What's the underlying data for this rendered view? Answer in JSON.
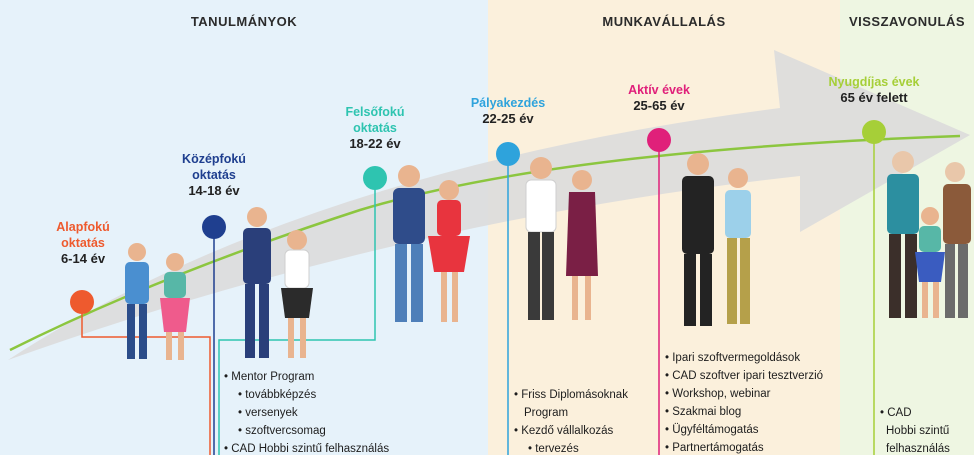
{
  "sections": {
    "study": "TANULMÁNYOK",
    "work": "MUNKAVÁLLALÁS",
    "retire": "VISSZAVONULÁS"
  },
  "colors": {
    "band_study": "#e6f2fa",
    "band_work": "#fbf0dc",
    "band_retire": "#eef6e2",
    "arrow": "#dcdcdc",
    "timeline": "#8cc63f",
    "stage_1": "#ee5a2e",
    "stage_2": "#1f3f8f",
    "stage_3": "#2ec4b0",
    "stage_4": "#2ea3dc",
    "stage_5": "#e0207a",
    "stage_6": "#a6cf38"
  },
  "stages": [
    {
      "name_line1": "Alapfokú",
      "name_line2": "oktatás",
      "age": "6-14 év"
    },
    {
      "name_line1": "Középfokú",
      "name_line2": "oktatás",
      "age": "14-18 év"
    },
    {
      "name_line1": "Felsőfokú",
      "name_line2": "oktatás",
      "age": "18-22 év"
    },
    {
      "name_line1": "Pályakezdés",
      "name_line2": "",
      "age": "22-25 év"
    },
    {
      "name_line1": "Aktív évek",
      "name_line2": "",
      "age": "25-65 év"
    },
    {
      "name_line1": "Nyugdíjas évek",
      "name_line2": "",
      "age": "65 év felett"
    }
  ],
  "lists": {
    "secondary": [
      "Mentor Program",
      "továbbképzés",
      "versenyek",
      "szoftvercsomag",
      "CAD Hobbi szintű felhasználás"
    ],
    "career_start": [
      "Friss Diplomásoknak",
      "Program",
      "Kezdő vállalkozás",
      "tervezés"
    ],
    "active": [
      "Ipari szoftvermegoldások",
      "CAD szoftver ipari tesztverzió",
      "Workshop, webinar",
      "Szakmai blog",
      "Ügyféltámogatás",
      "Partnertámogatás"
    ],
    "retired": [
      "CAD",
      "Hobbi szintű",
      "felhasználás"
    ]
  },
  "icons": [
    "person-figure",
    "arrow-shape"
  ]
}
